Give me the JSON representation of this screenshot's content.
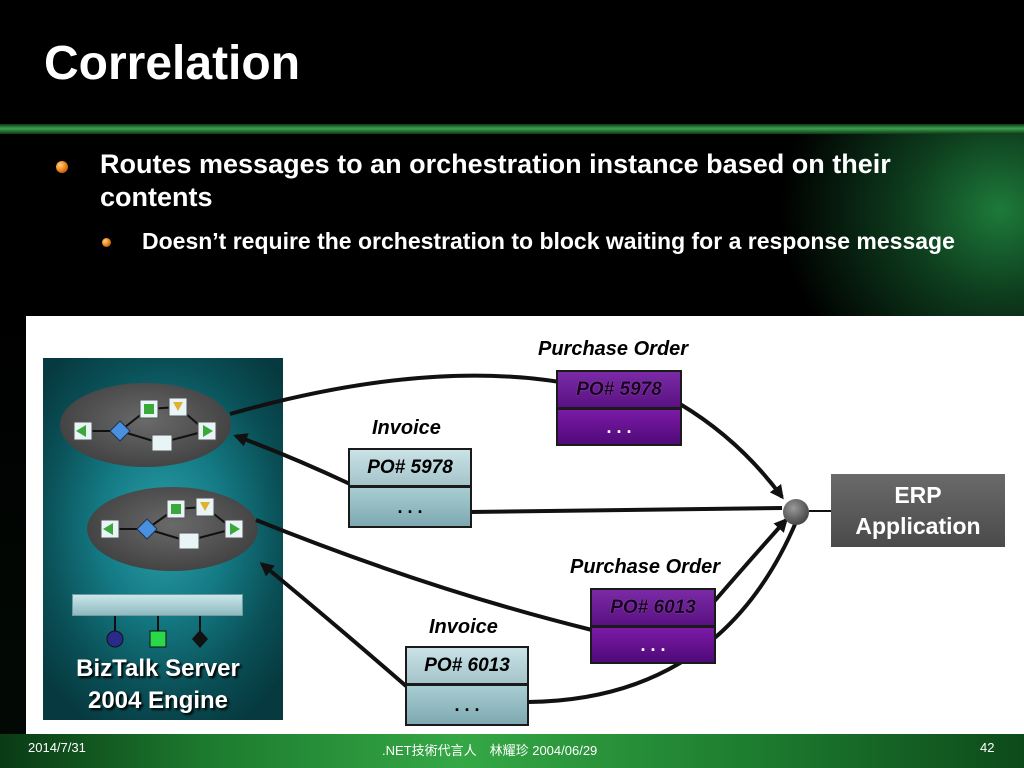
{
  "slide": {
    "title": "Correlation",
    "bullets": {
      "main": "Routes messages to an orchestration instance based on their contents",
      "sub": "Doesn’t require the orchestration to block waiting for a response message"
    }
  },
  "diagram": {
    "engine_label_line1": "BizTalk Server",
    "engine_label_line2": "2004 Engine",
    "invoice1": {
      "label": "Invoice",
      "po": "PO# 5978",
      "more": ". . ."
    },
    "po1": {
      "label": "Purchase Order",
      "po": "PO# 5978",
      "more": ". . ."
    },
    "po2": {
      "label": "Purchase Order",
      "po": "PO# 6013",
      "more": ". . ."
    },
    "invoice2": {
      "label": "Invoice",
      "po": "PO# 6013",
      "more": ". . ."
    },
    "erp_line1": "ERP",
    "erp_line2": "Application"
  },
  "footer": {
    "date": "2014/7/31",
    "center": ".NET技術代言人　林耀珍 2004/06/29",
    "page": "42"
  },
  "colors": {
    "bullet_orange": "#f08a1c",
    "purchase_order_purple": "#6a1a96",
    "invoice_teal": "#a8cdd3",
    "engine_teal": "#147a84",
    "footer_green": "#35a845"
  }
}
